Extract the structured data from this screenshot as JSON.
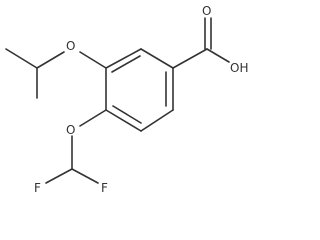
{
  "molecule": {
    "atoms": {
      "carbonyl_oxygen": "O",
      "hydroxyl": "OH",
      "ether_oxygen_upper": "O",
      "ether_oxygen_lower": "O",
      "fluorine_left": "F",
      "fluorine_right": "F"
    }
  }
}
